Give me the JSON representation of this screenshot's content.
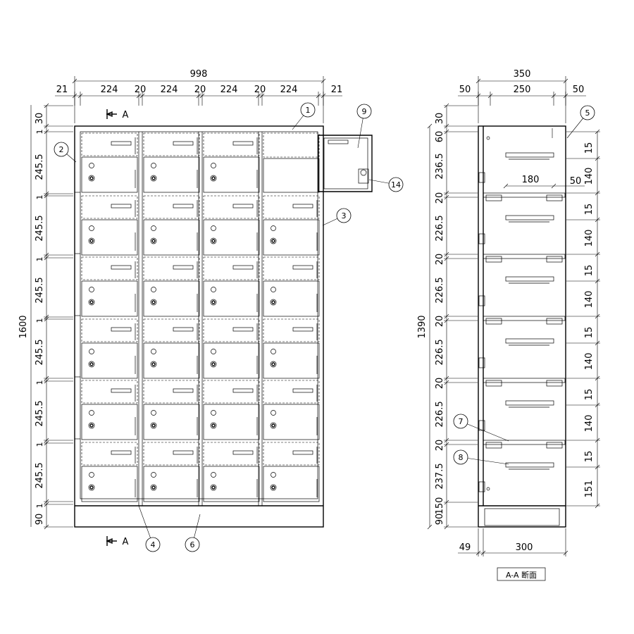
{
  "front": {
    "overall_width": "998",
    "width_parts": [
      "21",
      "224",
      "20",
      "224",
      "20",
      "224",
      "20",
      "224",
      "21"
    ],
    "overall_height": "1600",
    "height_parts": [
      "30",
      "1",
      "245.5",
      "1",
      "245.5",
      "1",
      "245.5",
      "1",
      "245.5",
      "1",
      "245.5",
      "1",
      "245.5",
      "1",
      "90"
    ],
    "section_marks": [
      "A",
      "A"
    ],
    "callouts": [
      "1",
      "2",
      "3",
      "4",
      "6",
      "9",
      "14"
    ]
  },
  "side": {
    "top_width": "350",
    "top_parts": [
      "50",
      "250",
      "50"
    ],
    "inner_dim": "180",
    "inner_offset": "50",
    "left_height": "1390",
    "left_parts": [
      "30",
      "60",
      "236.5",
      "20",
      "226.5",
      "20",
      "226.5",
      "20",
      "226.5",
      "20",
      "226.5",
      "20",
      "237.5",
      "150",
      "90"
    ],
    "right_parts": [
      "15",
      "140",
      "15",
      "140",
      "15",
      "140",
      "15",
      "140",
      "15",
      "140",
      "15",
      "151"
    ],
    "bottom_parts": [
      "49",
      "300"
    ],
    "callouts": [
      "5",
      "7",
      "8"
    ],
    "caption": "A-A 断面"
  }
}
